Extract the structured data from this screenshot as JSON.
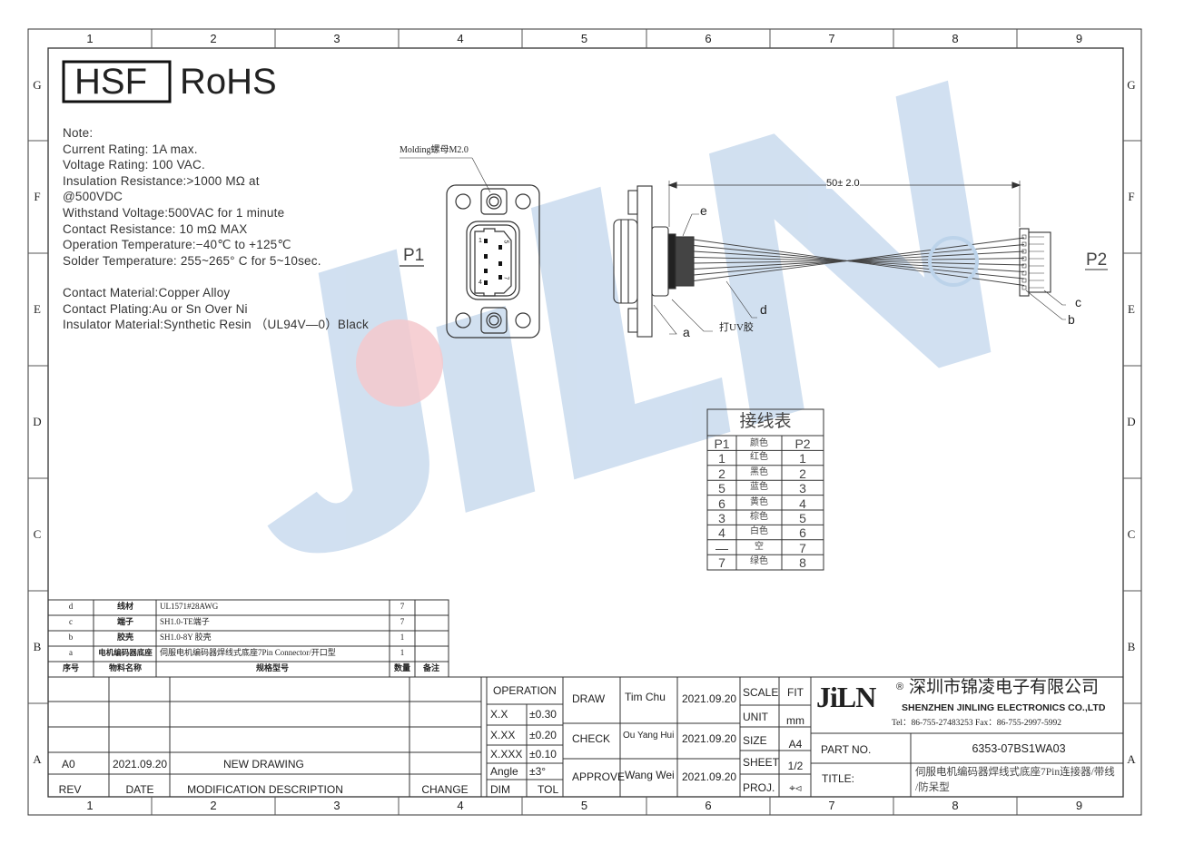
{
  "frame": {
    "columns": [
      "1",
      "2",
      "3",
      "4",
      "5",
      "6",
      "7",
      "8",
      "9"
    ],
    "rows": [
      "G",
      "F",
      "E",
      "D",
      "C",
      "B",
      "A"
    ]
  },
  "marks": {
    "hsf": "HSF",
    "rohs": "RoHS"
  },
  "watermark": "JiLN",
  "notes": [
    "Note:",
    "Current  Rating: 1A  max.",
    "Voltage  Rating: 100  VAC.",
    "Insulation  Resistance:>1000  MΩ  at",
    "@500VDC",
    "Withstand  Voltage:500VAC  for  1  minute",
    "Contact  Resistance:  10  mΩ  MAX",
    "Operation  Temperature:−40℃  to  +125℃",
    "Solder  Temperature:  255~265°  C  for  5~10sec.",
    "",
    "Contact  Material:Copper  Alloy",
    "Contact  Plating:Au  or  Sn  Over  Ni",
    "Insulator  Material:Synthetic  Resin  （UL94V—0）Black"
  ],
  "drawing": {
    "p1_label": "P1",
    "p2_label": "P2",
    "molding_note": "Molding螺母M2.0",
    "dimension": "50± 2.0",
    "uv_glue": "打UV胶",
    "callouts": {
      "a": "a",
      "b": "b",
      "c": "c",
      "d": "d",
      "e": "e"
    },
    "p1_pins": {
      "p1": "1",
      "p4": "4",
      "p5": "5",
      "p7": "7"
    }
  },
  "wiring_table": {
    "title": "接线表",
    "headers": [
      "P1",
      "颜色",
      "P2"
    ],
    "rows": [
      [
        "1",
        "红色",
        "1"
      ],
      [
        "2",
        "黑色",
        "2"
      ],
      [
        "5",
        "蓝色",
        "3"
      ],
      [
        "6",
        "黄色",
        "4"
      ],
      [
        "3",
        "棕色",
        "5"
      ],
      [
        "4",
        "白色",
        "6"
      ],
      [
        "—",
        "空",
        "7"
      ],
      [
        "7",
        "绿色",
        "8"
      ]
    ]
  },
  "bom": {
    "headers": [
      "序号",
      "物料名称",
      "规格型号",
      "数量",
      "备注"
    ],
    "rows": [
      [
        "d",
        "线材",
        "UL1571#28AWG",
        "7",
        ""
      ],
      [
        "c",
        "端子",
        "SH1.0-TE端子",
        "7",
        ""
      ],
      [
        "b",
        "胶壳",
        "SH1.0-8Y 胶壳",
        "1",
        ""
      ],
      [
        "a",
        "电机编码器底座",
        "伺服电机编码器焊线式底座7Pin Connector/开口型",
        "1",
        ""
      ]
    ]
  },
  "revision": {
    "rev": "A0",
    "date": "2021.09.20",
    "description": "NEW  DRAWING",
    "headers": [
      "REV",
      "DATE",
      "MODIFICATION  DESCRIPTION",
      "CHANGE"
    ]
  },
  "tolerance": {
    "title": "OPERATION",
    "rows": [
      [
        "X.X",
        "±0.30"
      ],
      [
        "X.XX",
        "±0.20"
      ],
      [
        "X.XXX",
        "±0.10"
      ],
      [
        "Angle",
        "±3°"
      ]
    ],
    "footer": [
      "DIM",
      "TOL"
    ]
  },
  "approvals": [
    {
      "role": "DRAW",
      "name": "Tim  Chu",
      "date": "2021.09.20"
    },
    {
      "role": "CHECK",
      "name": "Ou Yang Hui",
      "date": "2021.09.20"
    },
    {
      "role": "APPROVE",
      "name": "Wang  Wei",
      "date": "2021.09.20"
    }
  ],
  "specs": [
    {
      "label": "SCALE",
      "value": "FIT"
    },
    {
      "label": "UNIT",
      "value": "mm"
    },
    {
      "label": "SIZE",
      "value": "A4"
    },
    {
      "label": "SHEET",
      "value": "1/2"
    },
    {
      "label": "PROJ.",
      "value": "⌖⊲"
    }
  ],
  "company": {
    "logo": "JiLN",
    "name_cn": "深圳市锦凌电子有限公司",
    "name_en": "SHENZHEN JINLING ELECTRONICS CO.,LTD",
    "contact": "Tel：86-755-27483253  Fax：86-755-2997-5992",
    "part_no_label": "PART  NO.",
    "part_no": "6353-07BS1WA03",
    "title_label": "TITLE:",
    "title_line1": "伺服电机编码器焊线式底座7Pin连接器/带线",
    "title_line2": "/防呆型"
  }
}
